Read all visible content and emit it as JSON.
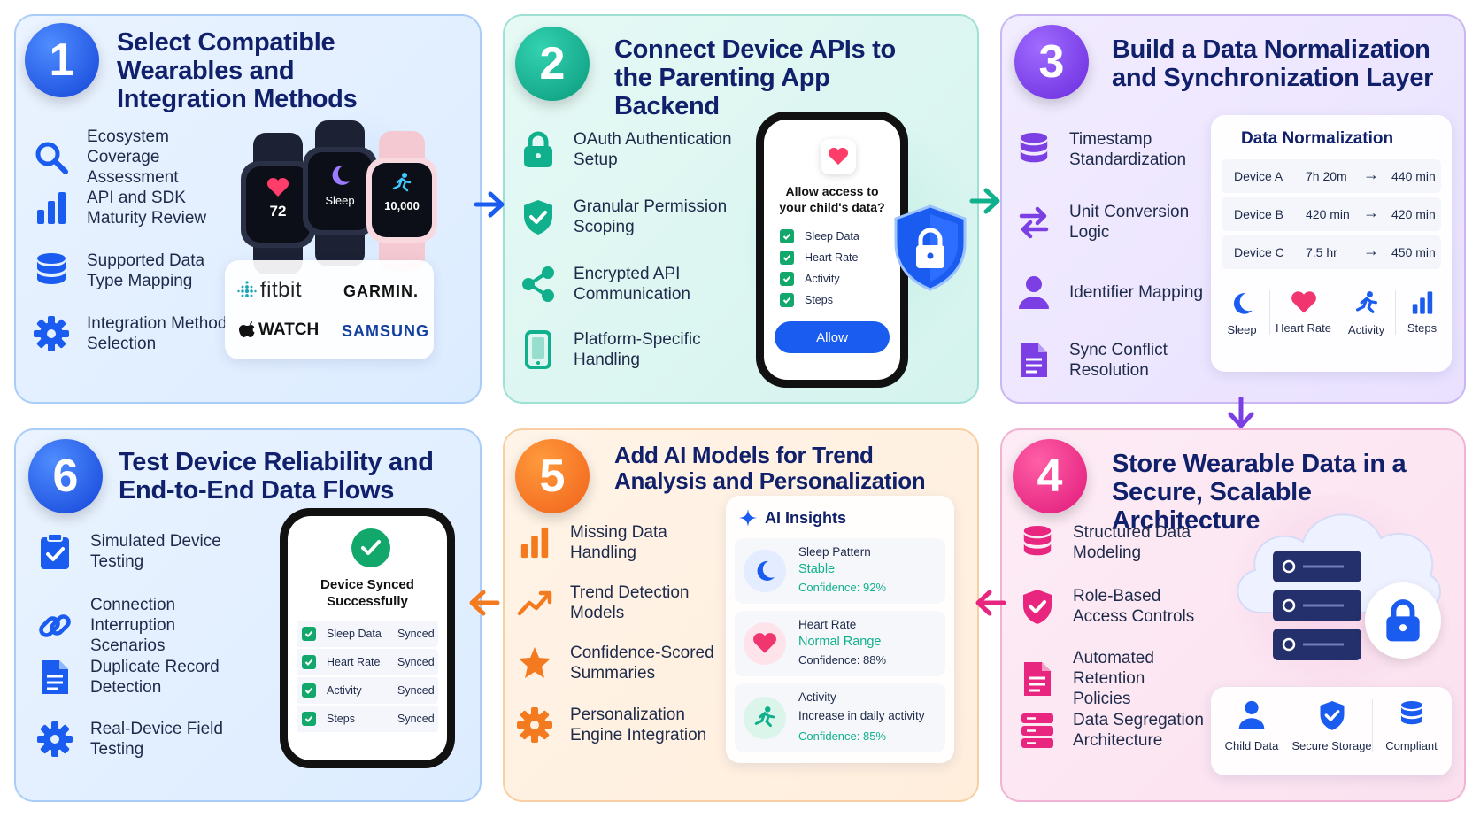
{
  "steps": {
    "s1": {
      "number": "1",
      "title": "Select Compatible Wearables and Integration Methods",
      "items": [
        "Ecosystem Coverage Assessment",
        "API and SDK Maturity Review",
        "Supported Data Type Mapping",
        "Integration Method Selection"
      ],
      "watches": [
        "72",
        "Sleep",
        "10,000"
      ],
      "brands": [
        "fitbit",
        "GARMIN.",
        "WATCH",
        "SAMSUNG"
      ]
    },
    "s2": {
      "number": "2",
      "title": "Connect Device APIs to the Parenting App Backend",
      "items": [
        "OAuth Authentication Setup",
        "Granular Permission Scoping",
        "Encrypted API Communication",
        "Platform-Specific Handling"
      ],
      "phone": {
        "prompt": "Allow access to your child's data?",
        "options": [
          "Sleep Data",
          "Heart Rate",
          "Activity",
          "Steps"
        ],
        "button": "Allow"
      }
    },
    "s3": {
      "number": "3",
      "title": "Build a Data Normalization and Synchronization Layer",
      "items": [
        "Timestamp Standardization",
        "Unit Conversion Logic",
        "Identifier Mapping",
        "Sync Conflict Resolution"
      ],
      "panel_title": "Data Normalization",
      "rows": [
        {
          "device": "Device A",
          "from": "7h 20m",
          "to": "440 min"
        },
        {
          "device": "Device B",
          "from": "420 min",
          "to": "420 min"
        },
        {
          "device": "Device C",
          "from": "7.5 hr",
          "to": "450 min"
        }
      ],
      "metrics": [
        "Sleep",
        "Heart Rate",
        "Activity",
        "Steps"
      ]
    },
    "s4": {
      "number": "4",
      "title": "Store Wearable Data in a Secure, Scalable Architecture",
      "items": [
        "Structured Data Modeling",
        "Role-Based Access Controls",
        "Automated Retention Policies",
        "Data Segregation Architecture"
      ],
      "footer": [
        "Child Data",
        "Secure Storage",
        "Compliant"
      ]
    },
    "s5": {
      "number": "5",
      "title": "Add AI Models for Trend Analysis and Personalization",
      "items": [
        "Missing Data Handling",
        "Trend Detection Models",
        "Confidence-Scored Summaries",
        "Personalization Engine Integration"
      ],
      "insights_title": "AI Insights",
      "insights": [
        {
          "name": "Sleep Pattern",
          "status": "Stable",
          "confidence": "Confidence: 92%"
        },
        {
          "name": "Heart Rate",
          "status": "Normal Range",
          "confidence": "Confidence: 88%"
        },
        {
          "name": "Activity",
          "status": "Increase in daily activity",
          "confidence": "Confidence: 85%"
        }
      ]
    },
    "s6": {
      "number": "6",
      "title": "Test Device Reliability and End-to-End Data Flows",
      "items": [
        "Simulated Device Testing",
        "Connection Interruption Scenarios",
        "Duplicate Record Detection",
        "Real-Device Field Testing"
      ],
      "phone": {
        "message": "Device Synced Successfully",
        "rows": [
          {
            "name": "Sleep Data",
            "status": "Synced"
          },
          {
            "name": "Heart Rate",
            "status": "Synced"
          },
          {
            "name": "Activity",
            "status": "Synced"
          },
          {
            "name": "Steps",
            "status": "Synced"
          }
        ]
      }
    }
  },
  "colors": {
    "blue": "#1a5bf0",
    "teal": "#10b08c",
    "purple": "#7b3fe4",
    "orange": "#f47a20",
    "pink": "#e9267f",
    "navy": "#10206a"
  }
}
